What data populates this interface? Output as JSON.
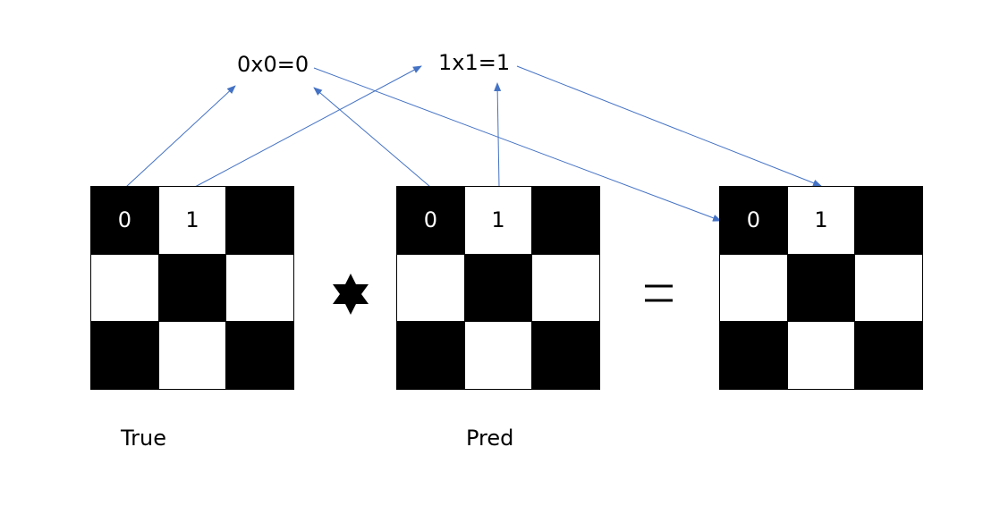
{
  "equations": {
    "zero": "0x0=0",
    "one": "1x1=1"
  },
  "grids": [
    {
      "cells": [
        "0",
        "1",
        "",
        "",
        "",
        "",
        "",
        "",
        ""
      ],
      "colors": [
        "black",
        "white",
        "black",
        "white",
        "black",
        "white",
        "black",
        "white",
        "black"
      ]
    },
    {
      "cells": [
        "0",
        "1",
        "",
        "",
        "",
        "",
        "",
        "",
        ""
      ],
      "colors": [
        "black",
        "white",
        "black",
        "white",
        "black",
        "white",
        "black",
        "white",
        "black"
      ]
    },
    {
      "cells": [
        "0",
        "1",
        "",
        "",
        "",
        "",
        "",
        "",
        ""
      ],
      "colors": [
        "black",
        "white",
        "black",
        "white",
        "black",
        "white",
        "black",
        "white",
        "black"
      ]
    }
  ],
  "labels": {
    "true": "True",
    "pred": "Pred"
  },
  "operators": {
    "multiply": "star",
    "equals": "="
  },
  "colors": {
    "arrow": "#4472C4",
    "black": "#000000",
    "white": "#ffffff"
  }
}
